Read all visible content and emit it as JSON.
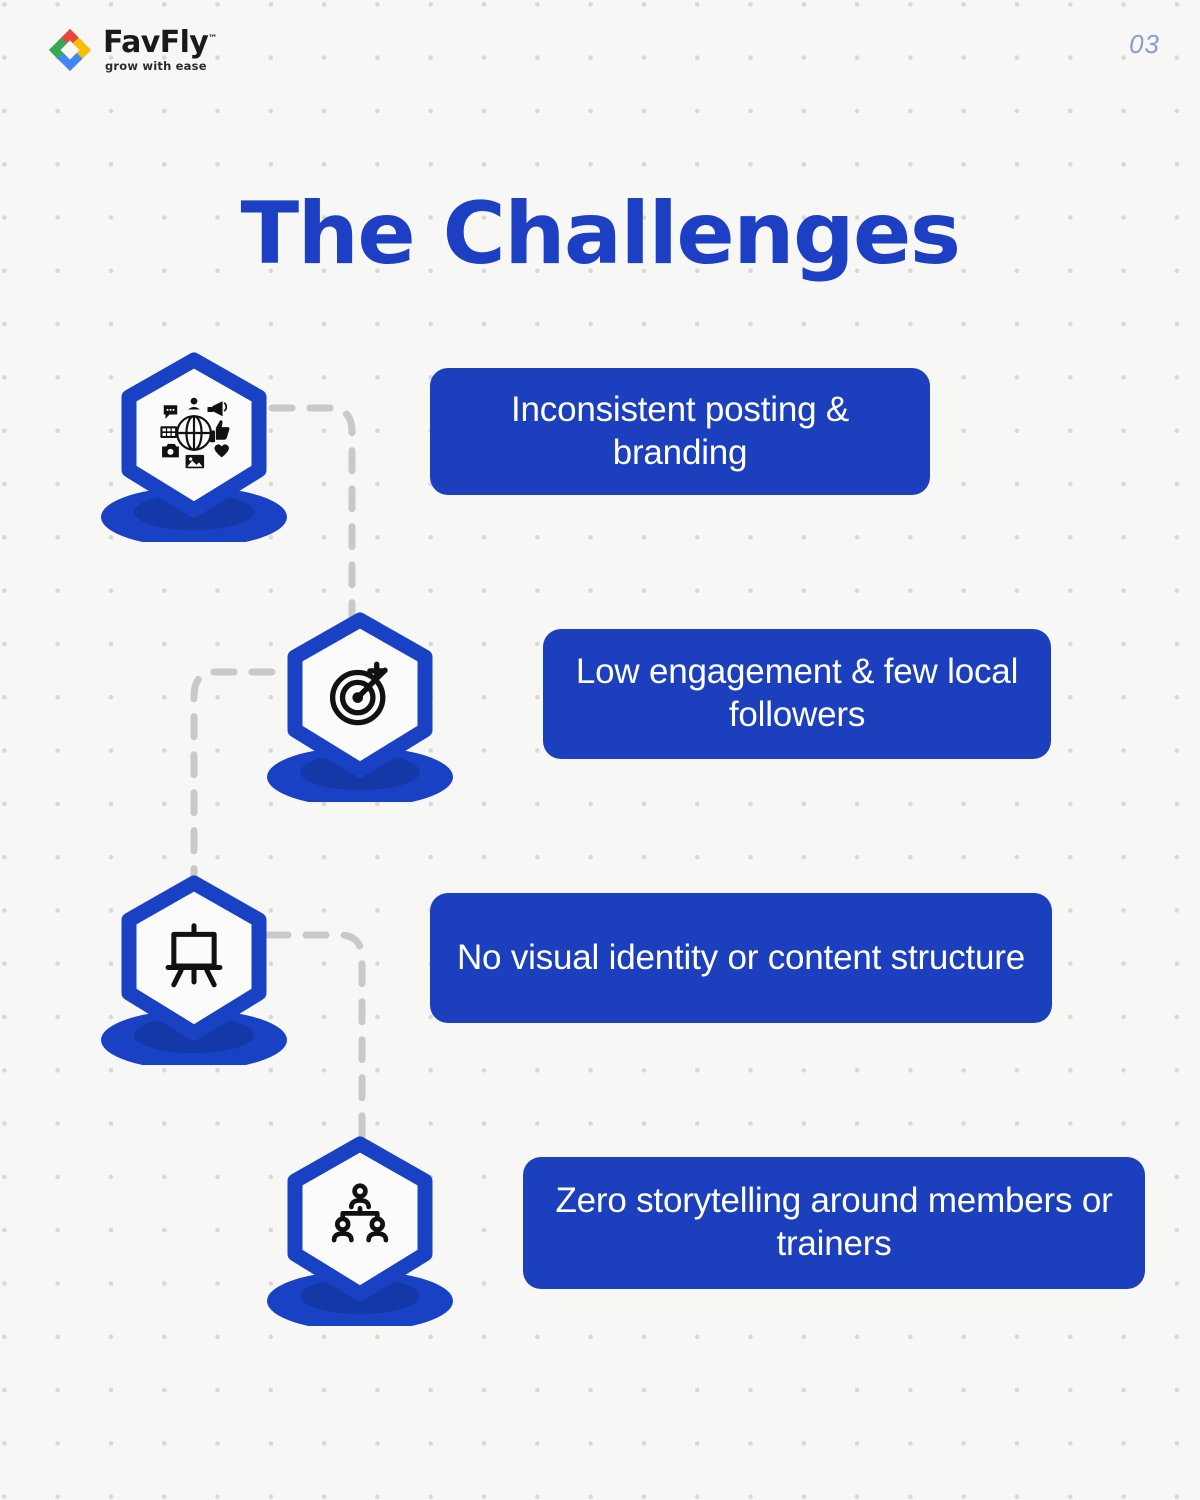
{
  "brand": {
    "name": "FavFly",
    "trademark": "™",
    "tagline": "grow with ease",
    "logo_icon": "favfly-diamond-chevrons-logo",
    "logo_colors": [
      "#e8453c",
      "#34a853",
      "#fbbc05",
      "#4285f4"
    ]
  },
  "header": {
    "page_number": "03"
  },
  "title": "The Challenges",
  "theme": {
    "background": "#f7f7f5",
    "dot_color": "#d8d8d6",
    "title_color": "#1c3fc4",
    "badge_color": "#1b3fbd",
    "badge_text_color": "#ffffff",
    "pin_outline": "#1841c4",
    "pin_fill": "#fbfbfb",
    "pin_shadow_outer": "#1841c4",
    "pin_shadow_inner": "#1438a8",
    "connector_color": "#c9c9c7",
    "page_number_color": "#8a9ccd"
  },
  "items": [
    {
      "index": 0,
      "label": "Inconsistent posting & branding",
      "icon": "globe-social-network-icon"
    },
    {
      "index": 1,
      "label": "Low engagement & few local followers",
      "icon": "target-bullseye-icon"
    },
    {
      "index": 2,
      "label": "No visual identity or content structure",
      "icon": "easel-presentation-board-icon"
    },
    {
      "index": 3,
      "label": "Zero storytelling around members or trainers",
      "icon": "team-hierarchy-people-icon"
    }
  ]
}
